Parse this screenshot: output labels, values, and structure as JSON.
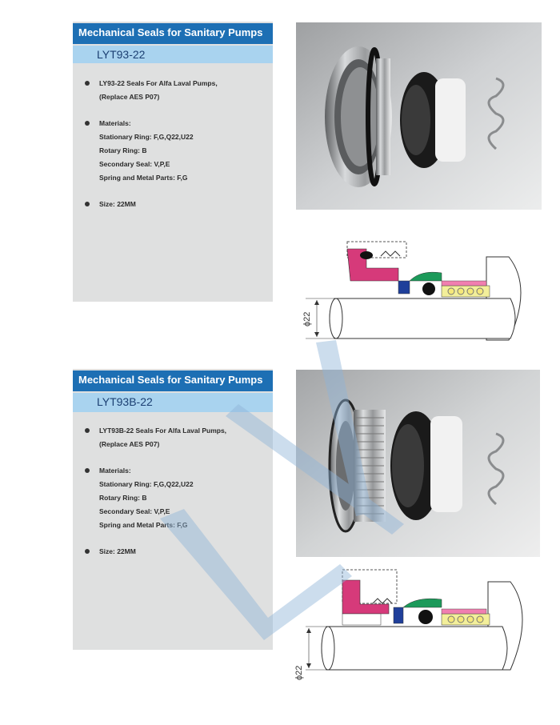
{
  "products": [
    {
      "header": "Mechanical Seals for Sanitary Pumps",
      "model": "LYT93-22",
      "description_line1": "LY93-22 Seals For Alfa Laval Pumps,",
      "description_line2": "(Replace AES P07)",
      "materials_title": "Materials:",
      "stationary_ring": "Stationary Ring: F,G,Q22,U22",
      "rotary_ring": "Rotary Ring: B",
      "secondary_seal": "Secondary Seal: V,P,E",
      "spring_metal": "Spring and Metal Parts: F,G",
      "size": "Size: 22MM",
      "dimension_label": "ϕ22"
    },
    {
      "header": "Mechanical Seals for Sanitary Pumps",
      "model": "LYT93B-22",
      "description_line1": "LYT93B-22 Seals For Alfa Laval Pumps,",
      "description_line2": "(Replace AES P07)",
      "materials_title": "Materials:",
      "stationary_ring": "Stationary Ring: F,G,Q22,U22",
      "rotary_ring": "Rotary Ring: B",
      "secondary_seal": "Secondary Seal: V,P,E",
      "spring_metal": "Spring and Metal Parts: F,G",
      "size": "Size: 22MM",
      "dimension_label": "ϕ22"
    }
  ],
  "colors": {
    "header_bg": "#1d6fb4",
    "model_bg": "#a9d3ef",
    "panel_bg": "#dfe0e0",
    "watermark": "#8fb4d8",
    "seal_magenta": "#d63a7a",
    "seal_green": "#1c9a5a",
    "seal_blue": "#1f3f9a"
  }
}
